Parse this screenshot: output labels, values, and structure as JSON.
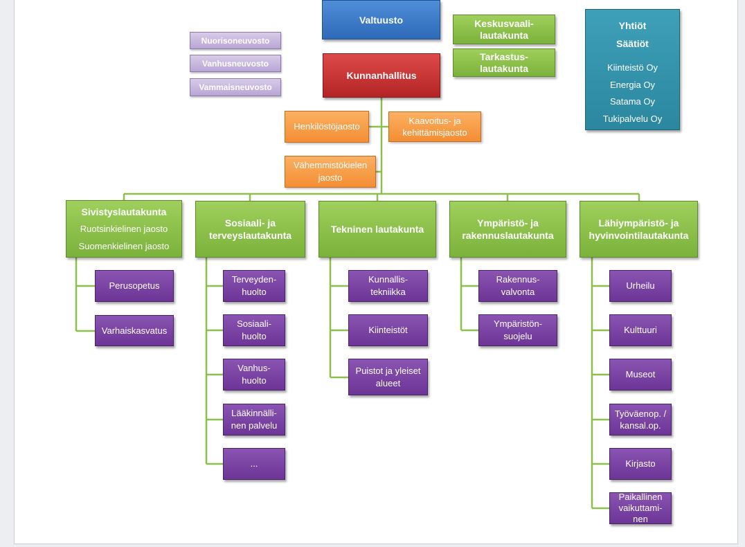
{
  "top": {
    "valtuusto": "Valtuusto",
    "kunnanhallitus": "Kunnanhallitus"
  },
  "councils": [
    "Nuorisoneuvosto",
    "Vanhusneuvosto",
    "Vammaisneuvosto"
  ],
  "side_committees": [
    "Keskusvaali-lautakunta",
    "Tarkastus-lautakunta"
  ],
  "companies": {
    "title_1": "Yhtiöt",
    "title_2": "Säätiöt",
    "items": [
      "Kiinteistö Oy",
      "Energia Oy",
      "Satama Oy",
      "Tukipalvelu Oy"
    ]
  },
  "sections": [
    "Henkilöstöjaosto",
    "Kaavoitus- ja kehittämisjaosto",
    "Vähemmistökielen jaosto"
  ],
  "boards": [
    {
      "title": "Sivistyslautakunta",
      "subs": [
        "Ruotsinkielinen jaosto",
        "Suomenkielinen jaosto"
      ],
      "units": [
        "Perusopetus",
        "Varhaiskasvatus"
      ]
    },
    {
      "title": "Sosiaali- ja terveyslautakunta",
      "subs": [],
      "units": [
        "Terveyden-huolto",
        "Sosiaali-huolto",
        "Vanhus-huolto",
        "Lääkinnälli-nen palvelu",
        "..."
      ]
    },
    {
      "title": "Tekninen lautakunta",
      "subs": [],
      "units": [
        "Kunnallis-tekniikka",
        "Kiinteistöt",
        "Puistot ja yleiset alueet"
      ]
    },
    {
      "title": "Ympäristö- ja rakennuslautakunta",
      "subs": [],
      "units": [
        "Rakennus-valvonta",
        "Ympäristön-suojelu"
      ]
    },
    {
      "title": "Lähiympäristö- ja hyvinvointilautakunta",
      "subs": [],
      "units": [
        "Urheilu",
        "Kulttuuri",
        "Museot",
        "Työväenop. / kansal.op.",
        "Kirjasto",
        "Paikallinen vaikuttami-nen"
      ]
    }
  ],
  "colors": {
    "valtuusto": "#3a7bc8",
    "kunnanhallitus": "#c93535",
    "board_green": "#8cc04a",
    "section_orange": "#f79d45",
    "unit_purple": "#7b439f",
    "council_lilac": "#c9b9de",
    "company_teal": "#3394ad",
    "connector": "#8cc04a"
  }
}
